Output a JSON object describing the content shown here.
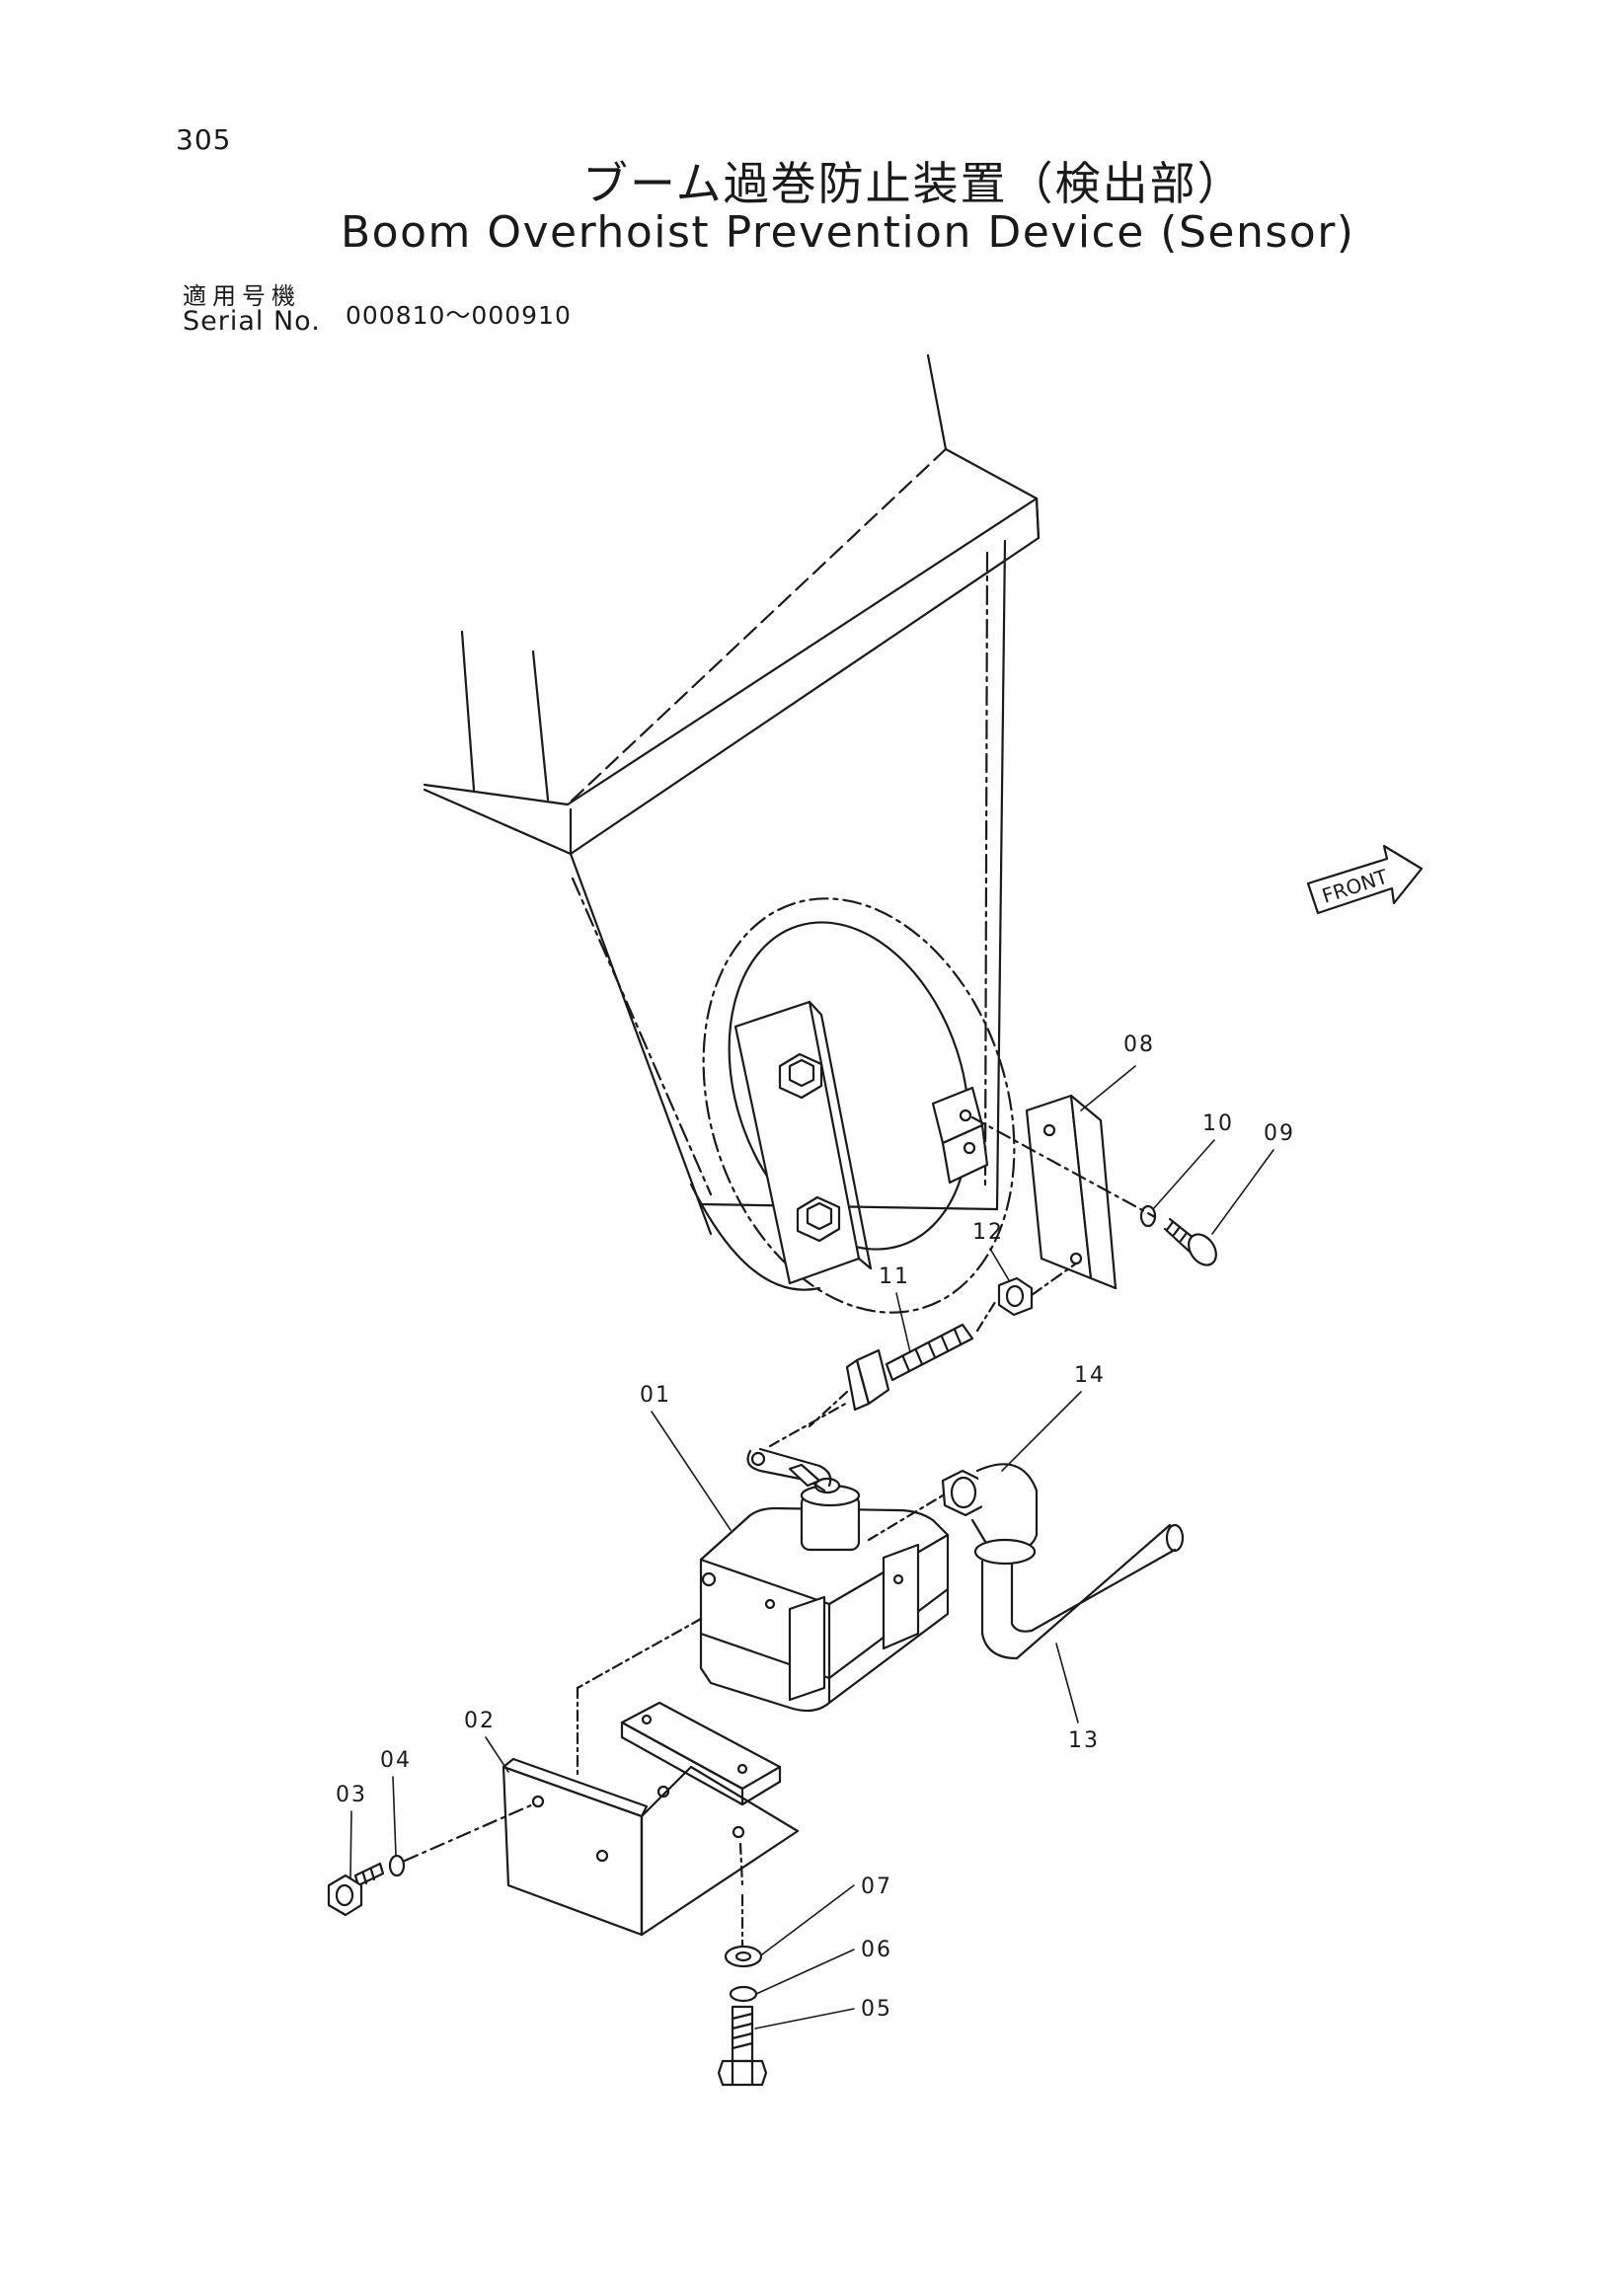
{
  "page_number": "305",
  "title_jp": "ブーム過巻防止装置（検出部）",
  "title_en": "Boom Overhoist Prevention Device (Sensor)",
  "serial": {
    "label_jp": "適用号機",
    "label_en": "Serial No.",
    "range": "000810～000910"
  },
  "direction_label": "FRONT",
  "part_labels": [
    "01",
    "02",
    "03",
    "04",
    "05",
    "06",
    "07",
    "08",
    "09",
    "10",
    "11",
    "12",
    "13",
    "14"
  ]
}
